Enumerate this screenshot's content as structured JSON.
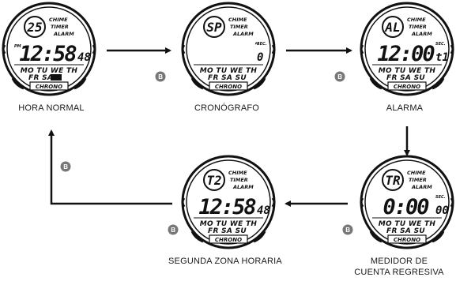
{
  "modes": [
    {
      "caption": "HORA NORMAL",
      "mode_label": "25",
      "pm": "PM",
      "main": "12:58",
      "secs": "48",
      "sec_label": "",
      "days_row1": "MO TU WE TH",
      "days_row2": "FR SA",
      "show_pm": true,
      "show_day_block": true
    },
    {
      "caption": "CRONÓGRAFO",
      "mode_label": "SP",
      "pm": "",
      "main": "",
      "secs": "0",
      "sec_label": "SEC.",
      "days_row1": "MO TU WE TH",
      "days_row2": "FR SA SU",
      "show_pm": false,
      "show_day_block": false
    },
    {
      "caption": "ALARMA",
      "mode_label": "AL",
      "pm": "",
      "main": "12:00",
      "secs": "t1",
      "sec_label": "SEC.",
      "days_row1": "MO TU WE TH",
      "days_row2": "FR SA SU",
      "show_pm": false,
      "show_day_block": false
    },
    {
      "caption": "MEDIDOR DE\nCUENTA REGRESIVA",
      "mode_label": "TR",
      "pm": "",
      "main": "0:00",
      "secs": "00",
      "sec_label": "SEC.",
      "days_row1": "MO TU WE TH",
      "days_row2": "FR SA SU",
      "show_pm": false,
      "show_day_block": false
    },
    {
      "caption": "SEGUNDA ZONA HORARIA",
      "mode_label": "T2",
      "pm": "",
      "main": "12:58",
      "secs": "48",
      "sec_label": "",
      "days_row1": "MO TU WE TH",
      "days_row2": "FR SA SU",
      "show_pm": false,
      "show_day_block": false
    }
  ],
  "indicators": {
    "chime": "CHIME",
    "timer": "TIMER",
    "alarm": "ALARM",
    "chrono": "CHRONO"
  },
  "button_label": "B"
}
